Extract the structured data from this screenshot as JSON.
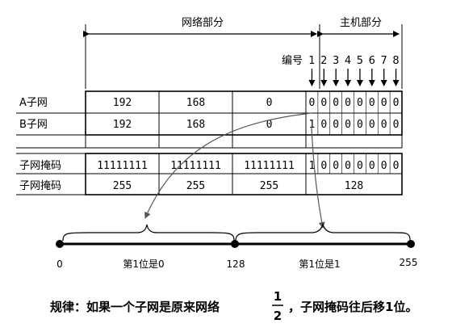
{
  "header": {
    "network_part": "网络部分",
    "host_part": "主机部分",
    "bit_label": "编号",
    "bit_numbers": [
      "1",
      "2",
      "3",
      "4",
      "5",
      "6",
      "7",
      "8"
    ]
  },
  "rows": [
    {
      "label": "A子网",
      "octets": [
        "192",
        "168",
        "0"
      ],
      "bits": [
        "0",
        "0",
        "0",
        "0",
        "0",
        "0",
        "0",
        "0"
      ]
    },
    {
      "label": "B子网",
      "octets": [
        "192",
        "168",
        "0"
      ],
      "bits": [
        "1",
        "0",
        "0",
        "0",
        "0",
        "0",
        "0",
        "0"
      ]
    },
    {
      "label": "子网掩码",
      "octets": [
        "11111111",
        "11111111",
        "11111111"
      ],
      "bits": [
        "1",
        "0",
        "0",
        "0",
        "0",
        "0",
        "0",
        "0"
      ]
    },
    {
      "label": "子网掩码",
      "octets": [
        "255",
        "255",
        "255"
      ],
      "last": "128"
    }
  ],
  "range": {
    "start": "0",
    "mid": "128",
    "end": "255",
    "left_caption": "第1位是0",
    "right_caption": "第1位是1"
  },
  "rule": {
    "prefix": "规律：如果一个子网是原来网络",
    "frac_num": "1",
    "frac_den": "2",
    "suffix": "，子网掩码往后移1位。"
  }
}
